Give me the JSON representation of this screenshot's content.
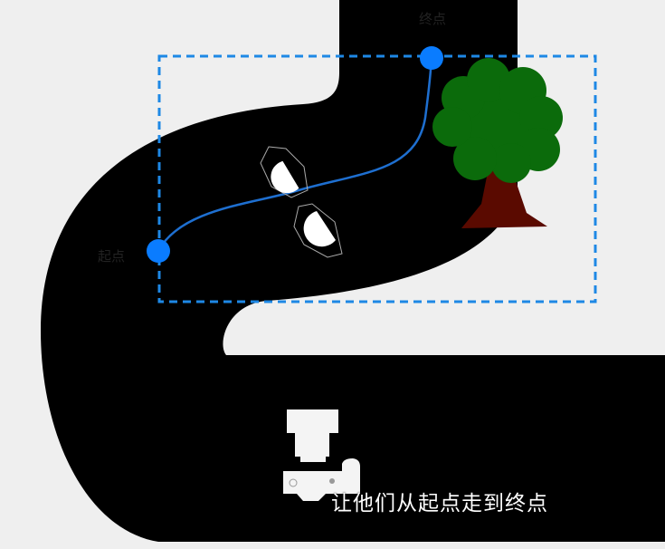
{
  "labels": {
    "start": "起点",
    "end": "终点"
  },
  "subtitle": "让他们从起点走到终点",
  "colors": {
    "road": "#000000",
    "background": "#efefef",
    "path": "#1e88e5",
    "tree_leaves": "#0b6b0b",
    "tree_trunk": "#5a0a00"
  },
  "icons": [
    "camera-icon",
    "tree-icon",
    "footprint-icon"
  ]
}
